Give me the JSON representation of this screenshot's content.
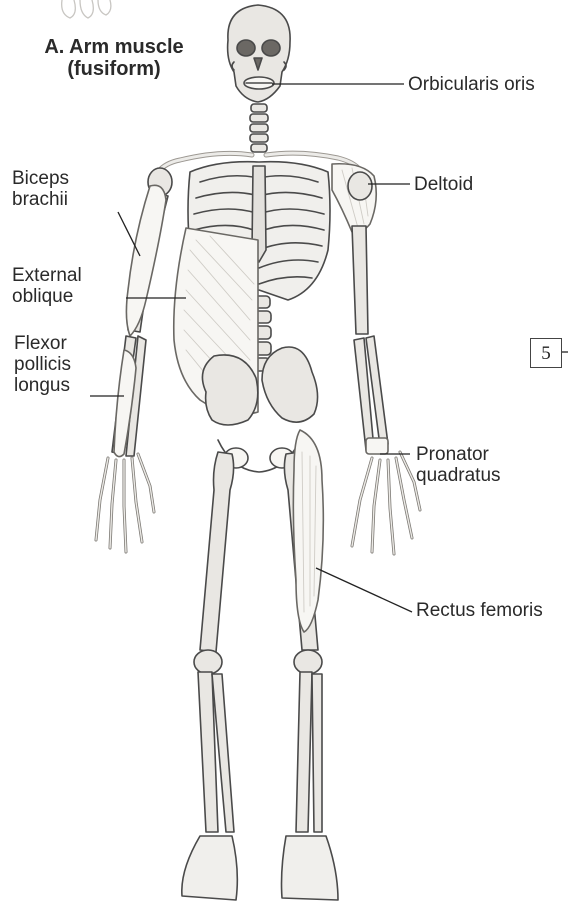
{
  "figure": {
    "title_line1": "A. Arm muscle",
    "title_line2": "(fusiform)",
    "callout_number": "5"
  },
  "labels": {
    "orbicularis_oris": "Orbicularis oris",
    "deltoid": "Deltoid",
    "biceps_line1": "Biceps",
    "biceps_line2": "brachii",
    "external_line1": "External",
    "external_line2": "oblique",
    "flexor_line1": "Flexor",
    "flexor_line2": "pollicis",
    "flexor_line3": "longus",
    "pronator_line1": "Pronator",
    "pronator_line2": "quadratus",
    "rectus_femoris": "Rectus femoris"
  },
  "colors": {
    "bone": "#e9e7e3",
    "muscle": "#f7f6f3",
    "outline": "#4a4a4a",
    "shade": "#b9b6b0"
  }
}
